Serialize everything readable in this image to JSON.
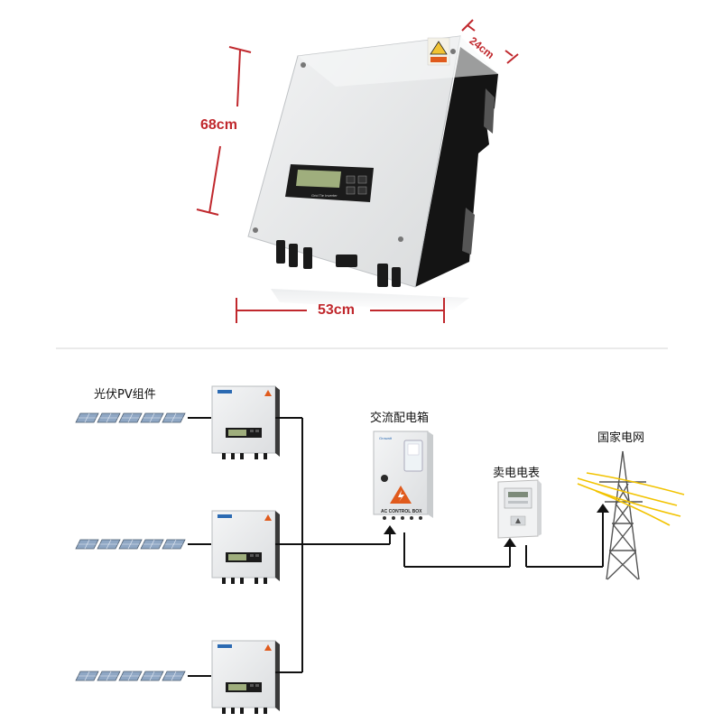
{
  "dimensions": {
    "height": "68cm",
    "width": "53cm",
    "depth": "24cm"
  },
  "diagram": {
    "pv_modules_label": "光伏PV组件",
    "ac_box_label": "交流配电箱",
    "meter_label": "卖电电表",
    "grid_label": "国家电网",
    "ac_box_text": "AC CONTROL BOX"
  },
  "colors": {
    "dimension_red": "#c0282d",
    "wire_black": "#111111",
    "panel_blue": "#8fa7c4",
    "enclosure_gray": "#e8e9ea",
    "warning_orange": "#e05a1c",
    "grid_yellow": "#f2c300"
  }
}
